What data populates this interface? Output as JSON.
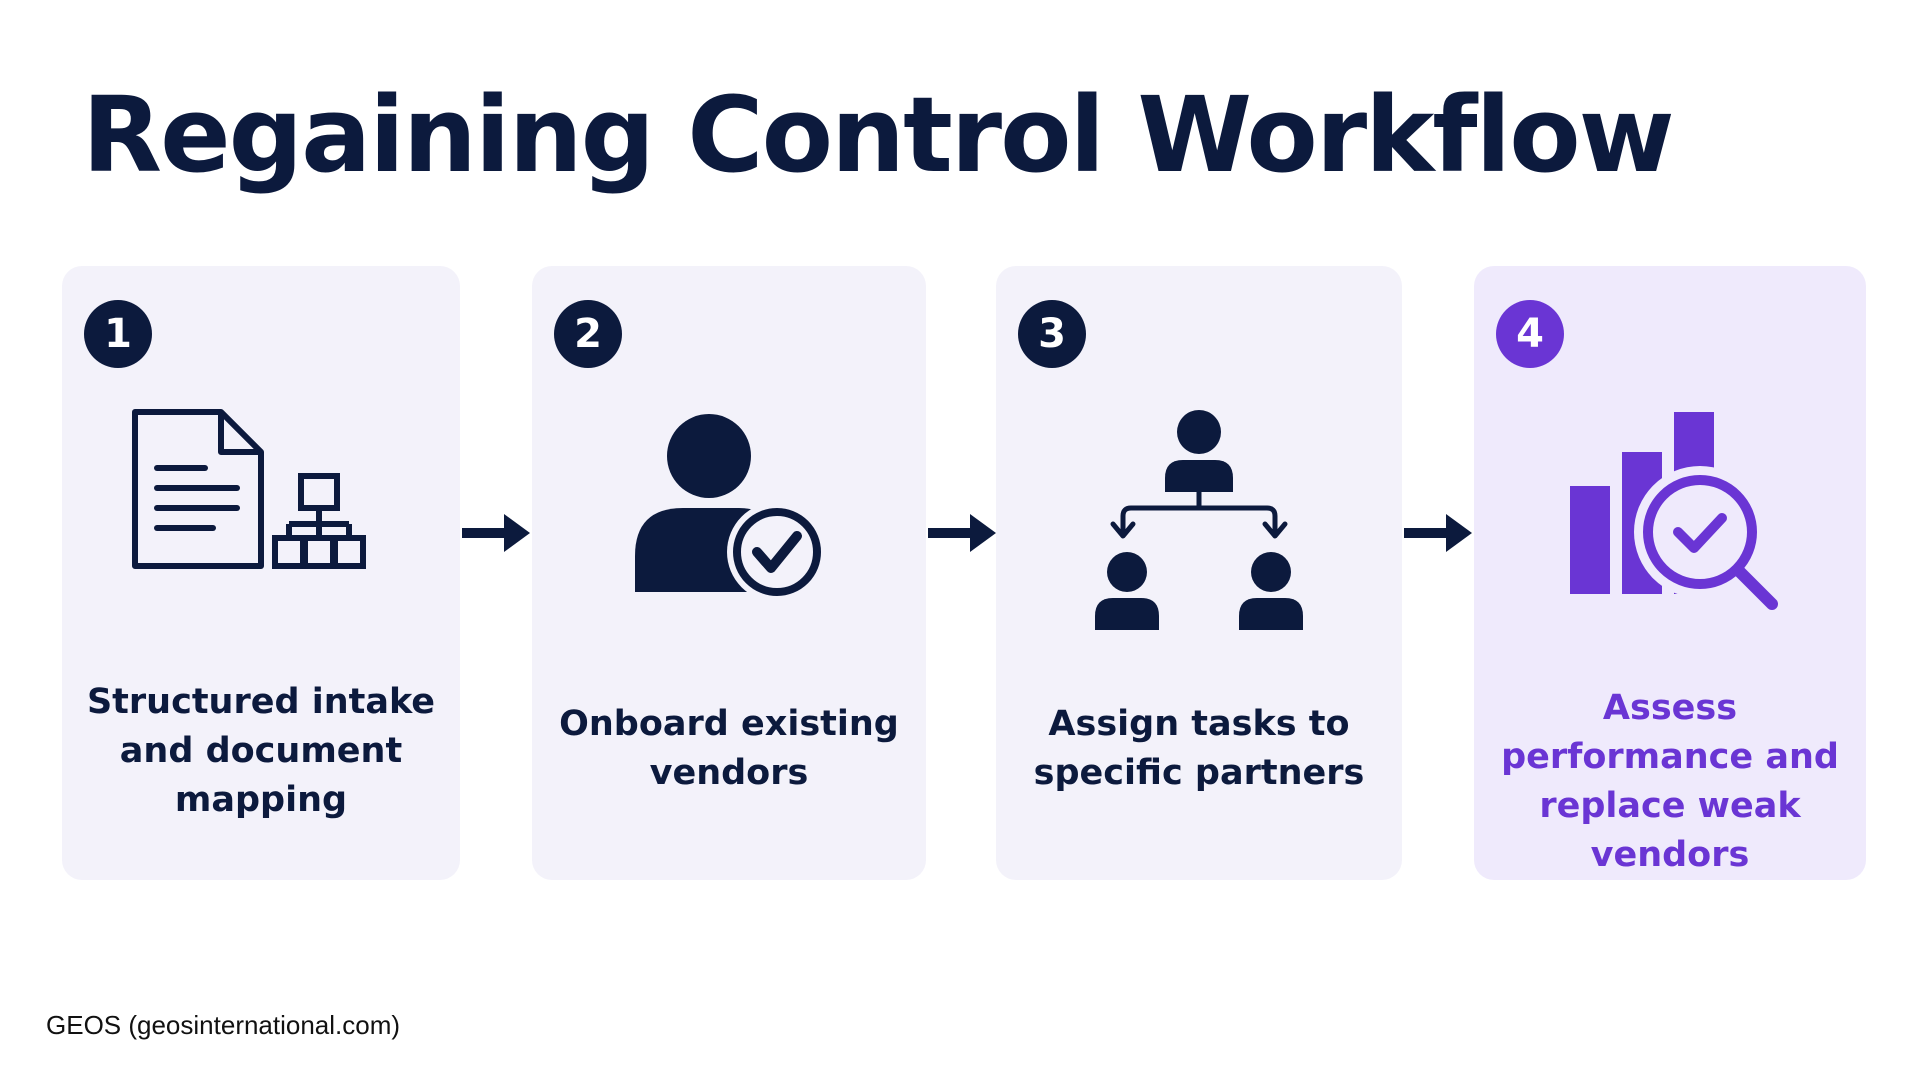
{
  "title": "Regaining Control Workflow",
  "steps": [
    {
      "number": "1",
      "label": "Structured intake and document mapping",
      "icon": "document-sitemap-icon"
    },
    {
      "number": "2",
      "label": "Onboard existing vendors",
      "icon": "user-check-icon"
    },
    {
      "number": "3",
      "label": "Assign tasks to specific partners",
      "icon": "org-hierarchy-icon"
    },
    {
      "number": "4",
      "label": "Assess performance and replace weak vendors",
      "icon": "chart-magnifier-check-icon"
    }
  ],
  "footer": "GEOS (geosinternational.com)",
  "colors": {
    "primary": "#0c1a3d",
    "accent": "#6a35d4",
    "card_bg": "#f3f2fa",
    "card_highlight_bg": "#efeafc"
  }
}
